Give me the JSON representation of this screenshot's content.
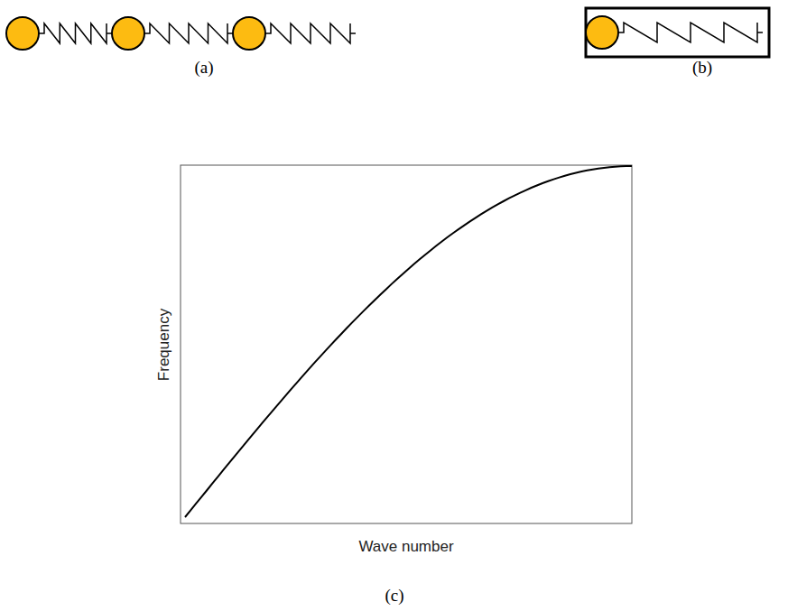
{
  "diagram": {
    "labels": [
      "(a)",
      "(b)",
      "Frequency",
      "Wave number",
      "(c)"
    ]
  }
}
